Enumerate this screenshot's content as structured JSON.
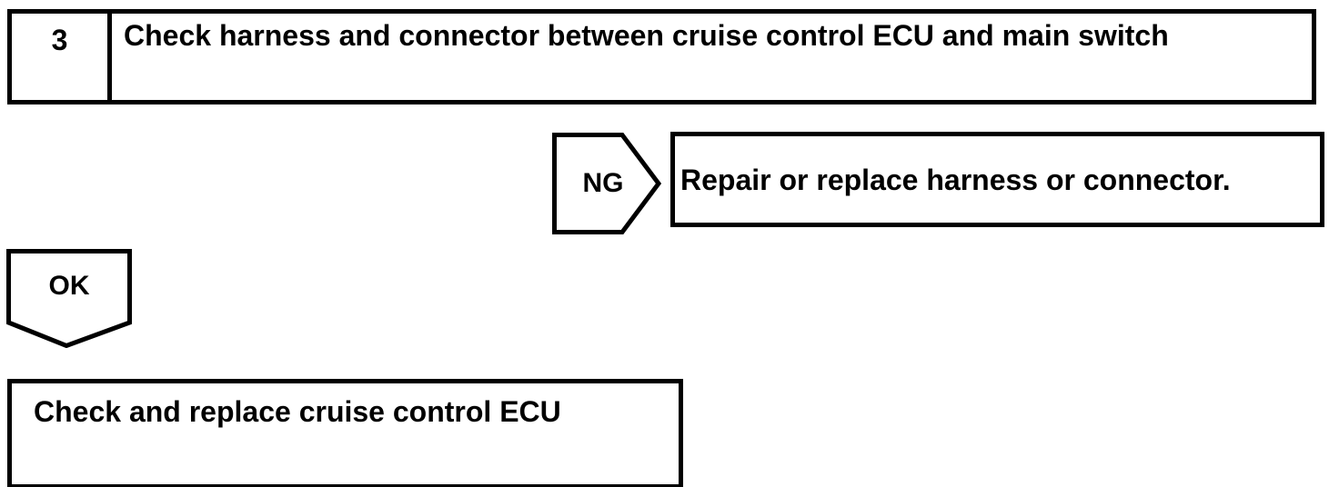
{
  "flowchart": {
    "step": {
      "number": "3",
      "title": "Check harness and connector between cruise control ECU and main switch"
    },
    "ng": {
      "label": "NG",
      "result": "Repair or replace harness or connector."
    },
    "ok": {
      "label": "OK",
      "result": "Check and replace cruise control ECU"
    },
    "colors": {
      "line": "#000000",
      "background": "#ffffff"
    }
  }
}
